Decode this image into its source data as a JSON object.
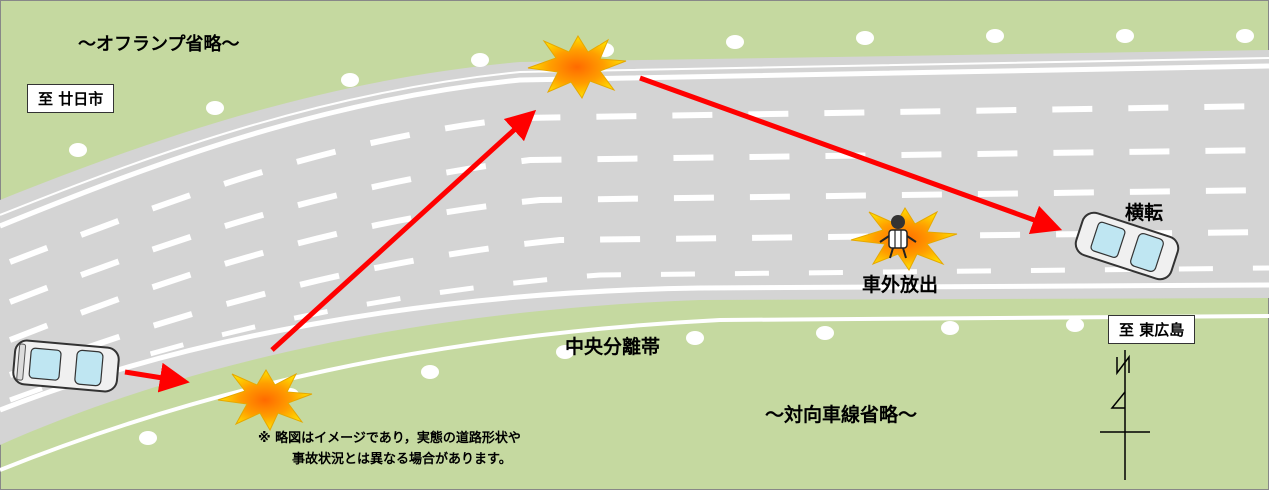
{
  "labels": {
    "off_ramp_omitted": "～オフランプ省略～",
    "to_hatsukaichi": "至 廿日市",
    "to_higashihiroshima": "至 東広島",
    "median": "中央分離帯",
    "opposite_lane_omitted": "～対向車線省略～",
    "rollover": "横転",
    "ejected": "車外放出",
    "compass_north": "N"
  },
  "note": {
    "line1": "※  略図はイメージであり，実態の道路形状や",
    "line2": "事故状況とは異なる場合があります。"
  },
  "colors": {
    "grass": "#c5d9a0",
    "road": "#d4d4d4",
    "lane_mark": "#ffffff",
    "arrow": "#ff0000",
    "impact_outer": "#ffd200",
    "impact_inner": "#ff7a00"
  },
  "icons": {
    "car": "car-icon",
    "impact": "impact-burst-icon",
    "person": "person-icon",
    "compass": "north-compass-icon"
  }
}
